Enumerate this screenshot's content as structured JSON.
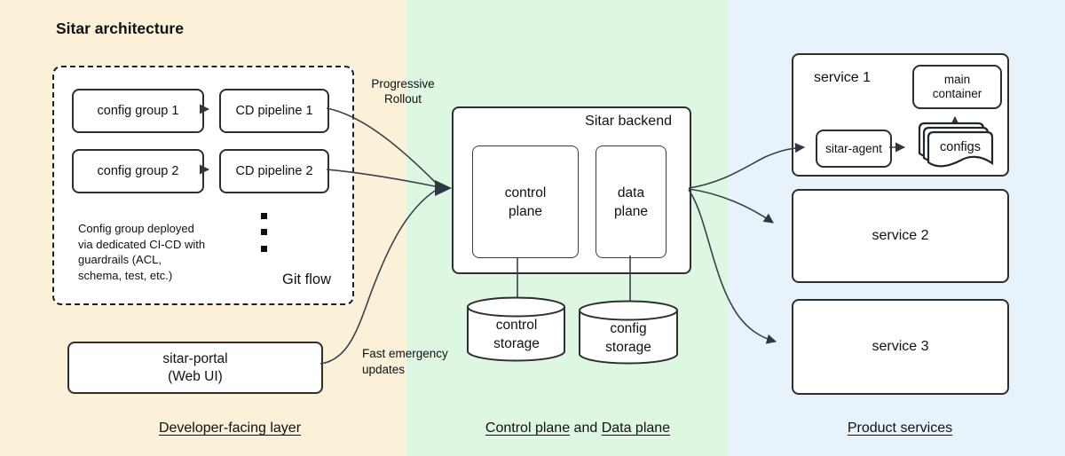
{
  "title": "Sitar architecture",
  "dev": {
    "config_group_1": "config group 1",
    "cd_pipeline_1": "CD pipeline 1",
    "config_group_2": "config group 2",
    "cd_pipeline_2": "CD pipeline 2",
    "note": "Config group deployed\nvia dedicated CI-CD with\nguardrails (ACL,\nschema, test, etc.)",
    "git_flow": "Git flow",
    "portal": "sitar-portal\n(Web UI)",
    "section_label": "Developer-facing layer"
  },
  "annotations": {
    "progressive_rollout": "Progressive\nRollout",
    "fast_emergency": "Fast emergency\nupdates"
  },
  "backend": {
    "label": "Sitar backend",
    "control_plane": "control\nplane",
    "data_plane": "data\nplane",
    "control_storage": "control\nstorage",
    "config_storage": "config\nstorage",
    "section_label": {
      "part1": "Control plane",
      "conj": " and ",
      "part2": "Data plane"
    }
  },
  "services": {
    "service1": "service 1",
    "main_container": "main\ncontainer",
    "sitar_agent": "sitar-agent",
    "configs": "configs",
    "service2": "service 2",
    "service3": "service 3",
    "section_label": "Product services"
  },
  "colors": {
    "dev_section_bg": "#fbf0d8",
    "backend_section_bg": "#def7e3",
    "services_section_bg": "#e8f2fb",
    "box_border": "#2e2e2e",
    "arrow": "#38424b",
    "text": "#111111"
  }
}
